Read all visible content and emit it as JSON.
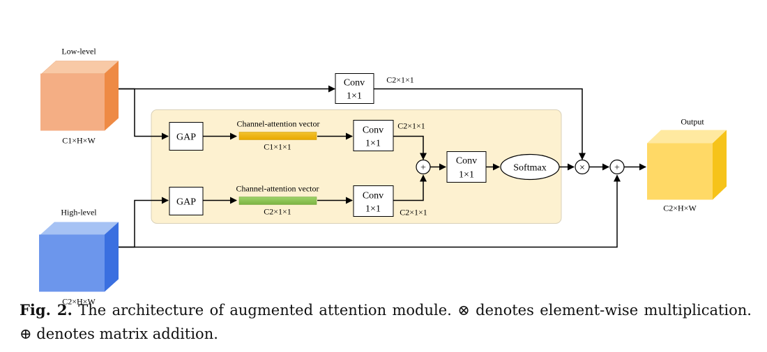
{
  "colors": {
    "low_level": "#F4AE84",
    "high_level": "#6C96EC",
    "output": "#FFD966",
    "attention_panel": "#FDF1D0",
    "vector_low": "#F2B705",
    "vector_high": "#8CC152"
  },
  "blocks": {
    "low_level": {
      "label": "Low-level",
      "dims": "C1×H×W"
    },
    "high_level": {
      "label": "High-level",
      "dims": "C2×H×W"
    },
    "output": {
      "label": "Output",
      "dims": "C2×H×W"
    }
  },
  "top_conv": {
    "line1": "Conv",
    "line2": "1×1",
    "dims": "C2×1×1"
  },
  "branch_low": {
    "gap": "GAP",
    "vector_label": "Channel-attention vector",
    "vector_dims": "C1×1×1",
    "conv_line1": "Conv",
    "conv_line2": "1×1",
    "conv_dims": "C2×1×1"
  },
  "branch_high": {
    "gap": "GAP",
    "vector_label": "Channel-attention vector",
    "vector_dims": "C2×1×1",
    "conv_line1": "Conv",
    "conv_line2": "1×1",
    "conv_dims": "C2×1×1"
  },
  "merge_conv": {
    "line1": "Conv",
    "line2": "1×1"
  },
  "softmax": "Softmax",
  "ops": {
    "add": "+",
    "multiply": "×"
  },
  "caption": {
    "prefix": "Fig. 2.",
    "text": "The architecture of augmented attention module. ⊗ denotes element-wise multiplication. ⊕ denotes matrix addition."
  }
}
